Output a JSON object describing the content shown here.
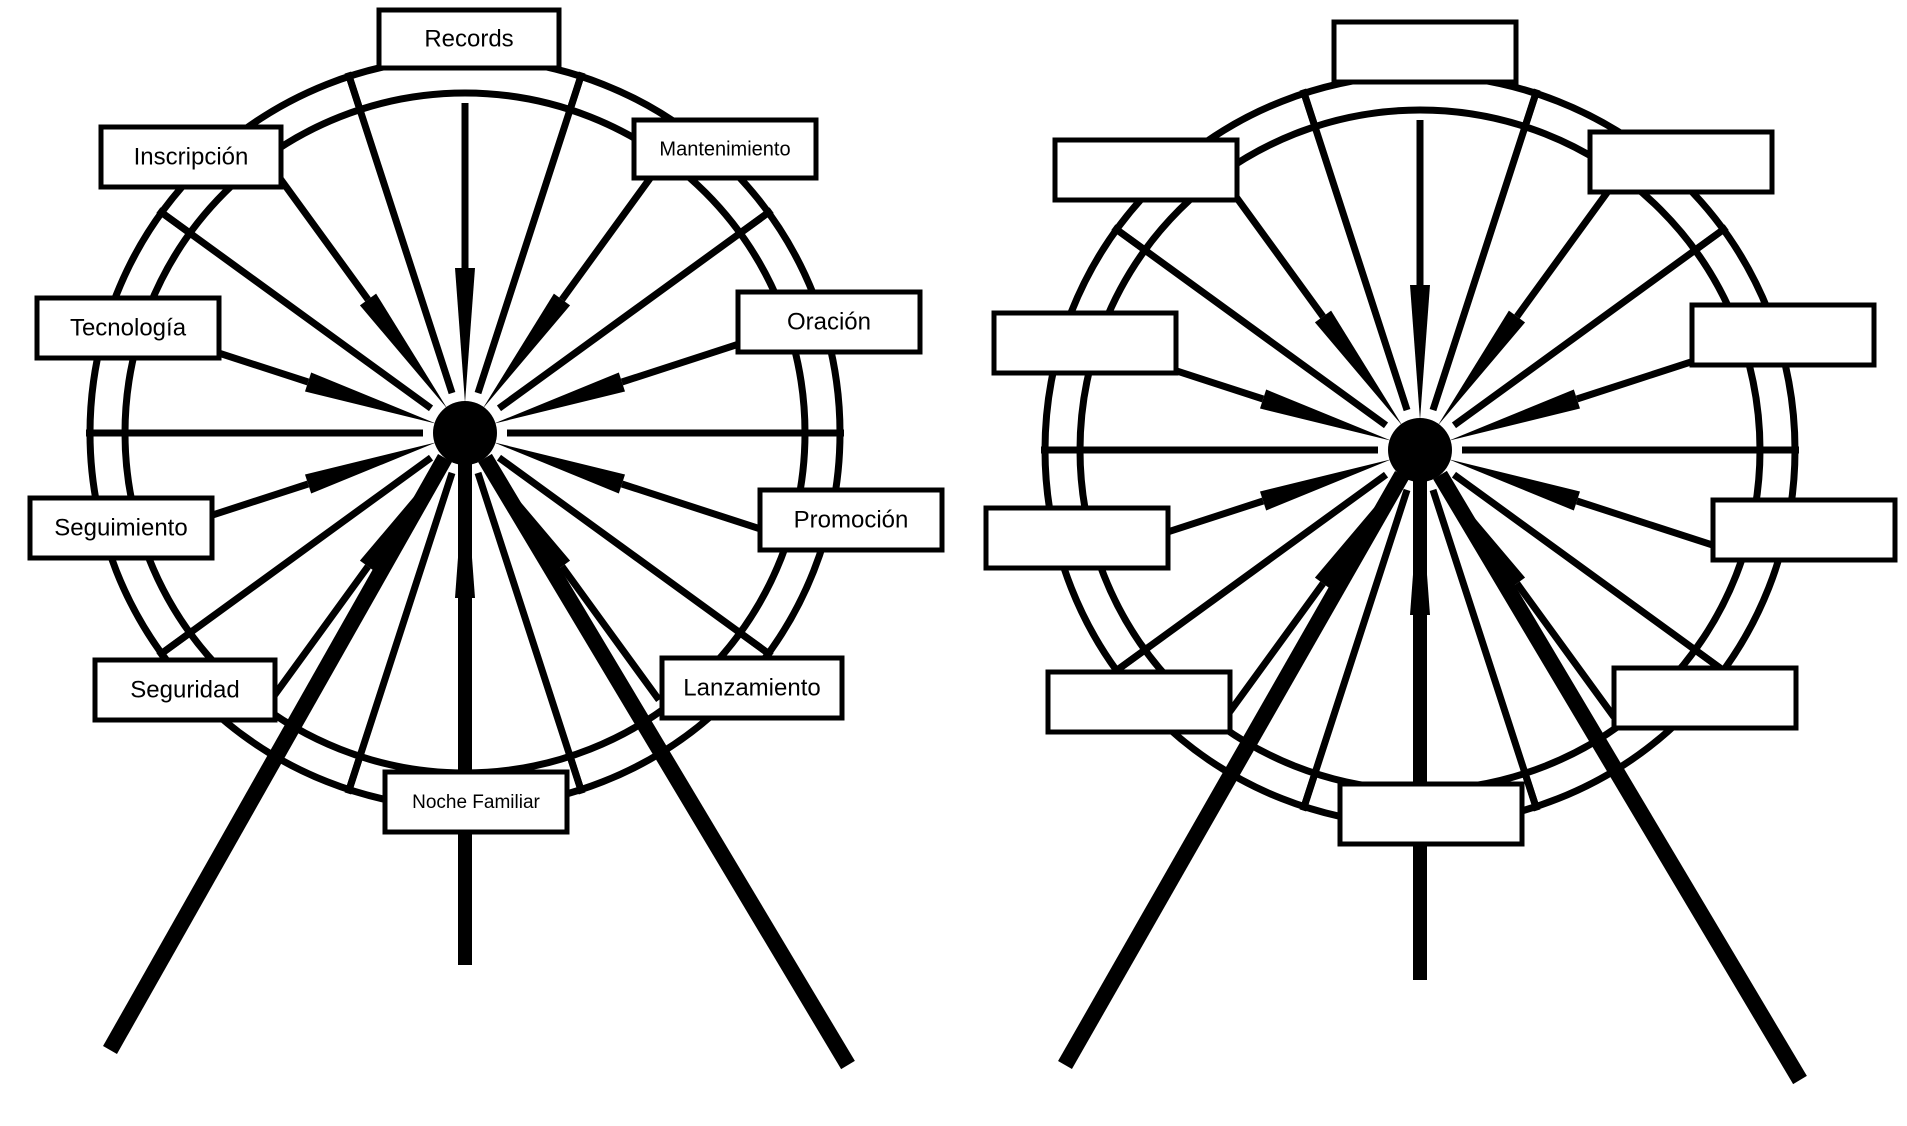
{
  "colors": {
    "ink": "#000000",
    "paper": "#ffffff"
  },
  "wheels": [
    {
      "name": "labeled-wheel",
      "cabins": [
        {
          "id": "records",
          "label": "Records"
        },
        {
          "id": "mantenimiento",
          "label": "Mantenimiento"
        },
        {
          "id": "oracion",
          "label": "Oración"
        },
        {
          "id": "promocion",
          "label": "Promoción"
        },
        {
          "id": "lanzamiento",
          "label": "Lanzamiento"
        },
        {
          "id": "noche-familiar",
          "label": "Noche Familiar"
        },
        {
          "id": "seguridad",
          "label": "Seguridad"
        },
        {
          "id": "seguimiento",
          "label": "Seguimiento"
        },
        {
          "id": "tecnologia",
          "label": "Tecnología"
        },
        {
          "id": "inscripcion",
          "label": "Inscripción"
        }
      ]
    },
    {
      "name": "blank-wheel",
      "cabins": [
        {
          "id": "top",
          "label": ""
        },
        {
          "id": "upper-right",
          "label": ""
        },
        {
          "id": "right-upper",
          "label": ""
        },
        {
          "id": "right-lower",
          "label": ""
        },
        {
          "id": "lower-right",
          "label": ""
        },
        {
          "id": "bottom",
          "label": ""
        },
        {
          "id": "lower-left",
          "label": ""
        },
        {
          "id": "left-lower",
          "label": ""
        },
        {
          "id": "left-upper",
          "label": ""
        },
        {
          "id": "upper-left",
          "label": ""
        }
      ]
    }
  ]
}
